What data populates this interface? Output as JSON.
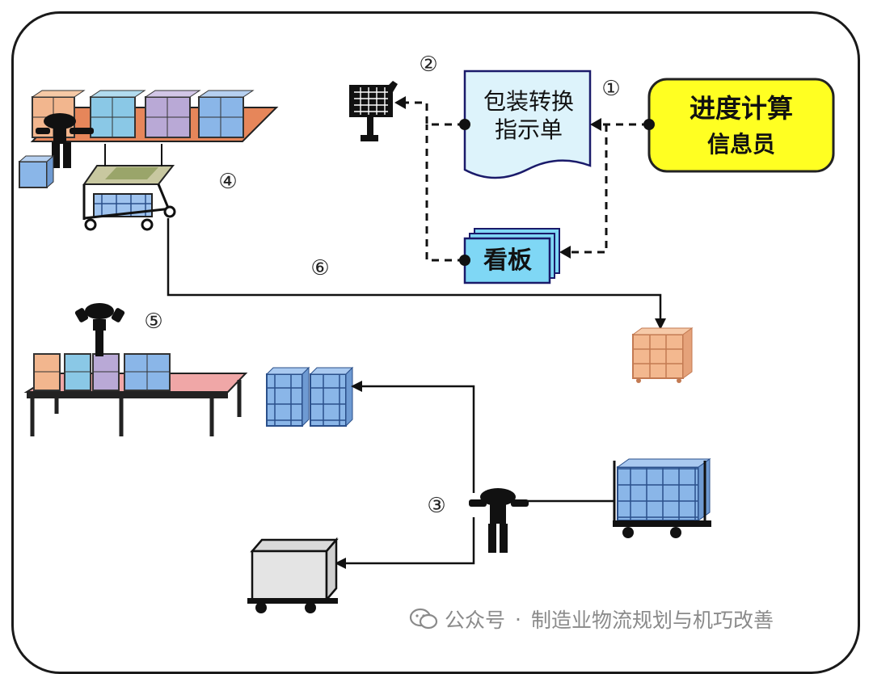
{
  "labels": {
    "step1": "①",
    "step2": "②",
    "step3": "③",
    "step4": "④",
    "step5": "⑤",
    "step6": "⑥"
  },
  "documents": {
    "instruction_line1": "包装转换",
    "instruction_line2": "指示单",
    "kanban": "看板"
  },
  "operator_box": {
    "line1": "进度计算",
    "line2": "信息员"
  },
  "watermark": {
    "prefix": "公众号",
    "separator": "·",
    "name": "制造业物流规划与机巧改善"
  },
  "colors": {
    "operator_fill": "#ffff22",
    "document_fill": "#ddf3fb",
    "document_border": "#1a1a6a",
    "kanban_fill": "#7fd7f5",
    "box_blue": "#8ab6e8",
    "box_peach": "#f2b68e",
    "box_lilac": "#b9a9d6",
    "table_orange": "#e6865a",
    "table_pink": "#f0a7a7",
    "crate_orange": "#f3b88f"
  }
}
